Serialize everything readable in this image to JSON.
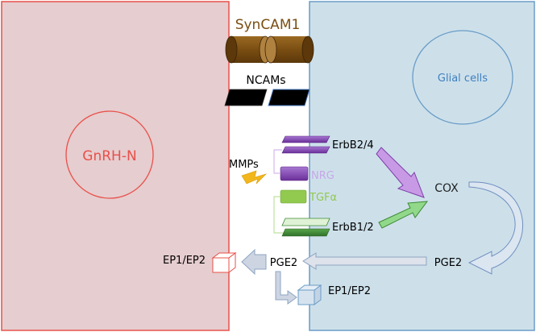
{
  "labels": {
    "syncam": "SynCAM1",
    "ncams": "NCAMs",
    "glial": "Glial cells",
    "gnrh": "GnRH-N",
    "erbb24": "ErbB2/4",
    "mmps": "MMPs",
    "nrg": "NRG",
    "tgfa": "TGFα",
    "erbb12": "ErbB1/2",
    "cox": "COX",
    "pge2_glial": "PGE2",
    "pge2_mid": "PGE2",
    "ep_left": "EP1/EP2",
    "ep_bottom": "EP1/EP2"
  },
  "colors": {
    "gnrh_fill": "#e6cdcf",
    "gnrh_stroke": "#e8504a",
    "glial_fill": "#cde0ea",
    "glial_stroke": "#6a9cc7",
    "syncam": "#7a4e12",
    "ncam": "#000000",
    "erbb24": "#7d3fa8",
    "nrg": "#c8a7e8",
    "tgfa": "#92c94f",
    "erbb12": "#3c8a35",
    "mmps": "#f2b71c",
    "cox_text": "#222222",
    "arrow_gray": "#d9e0ea",
    "arrow_gray_stroke": "#8ea4c2"
  }
}
